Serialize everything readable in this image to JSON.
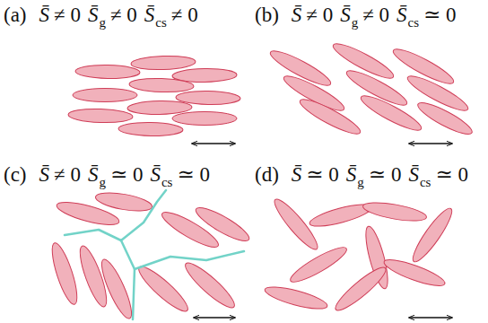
{
  "diagram": {
    "labels": [
      "(a)",
      "S̄",
      "≠ 0",
      "S̄",
      "g",
      "≠ 0",
      "S̄",
      "cs",
      "≠ 0",
      "(b)",
      "S̄",
      "≠ 0",
      "S̄",
      "g",
      "≠ 0",
      "S̄",
      "cs",
      "≃ 0",
      "(c)",
      "S̄",
      "≠ 0",
      "S̄",
      "g",
      "≃ 0",
      "S̄",
      "cs",
      "≃ 0",
      "(d)",
      "S̄",
      "≃ 0",
      "S̄",
      "g",
      "≃ 0",
      "S̄",
      "cs",
      "≃ 0"
    ]
  }
}
